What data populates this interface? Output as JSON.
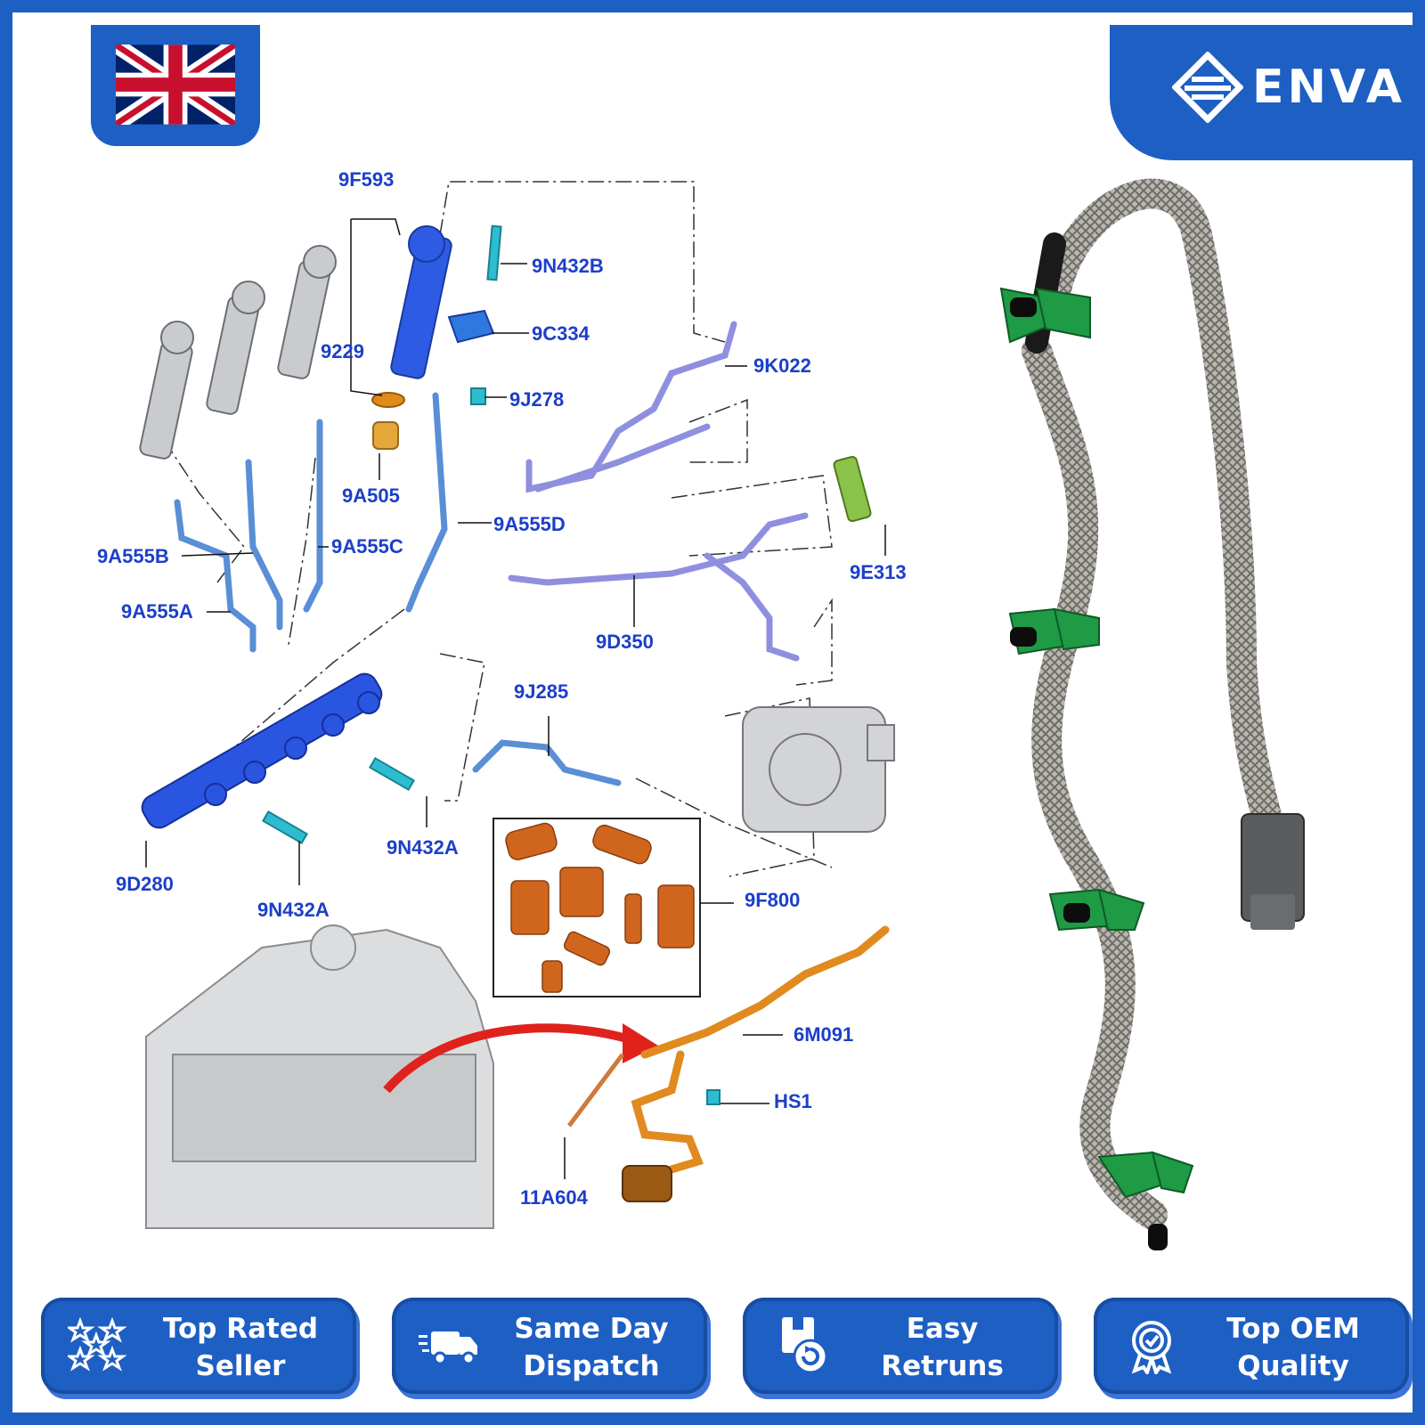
{
  "brand": {
    "name": "ENVA",
    "accent_color": "#1e5fc4"
  },
  "flag": {
    "icon": "uk-flag-icon"
  },
  "diagram": {
    "labels": {
      "l1": "9F593",
      "l2": "9N432B",
      "l3": "9C334",
      "l4": "9229",
      "l5": "9K022",
      "l6": "9J278",
      "l7": "9A505",
      "l8": "9A555D",
      "l9": "9A555B",
      "l10": "9A555C",
      "l11": "9E313",
      "l12": "9A555A",
      "l13": "9D350",
      "l14": "9J285",
      "l15": "9N432A",
      "l16": "9D280",
      "l17": "9N432A",
      "l18": "9F800",
      "l19": "6M091",
      "l20": "HS1",
      "l21": "11A604"
    }
  },
  "badges": [
    {
      "icon": "stars-icon",
      "line1": "Top Rated",
      "line2": "Seller"
    },
    {
      "icon": "delivery-truck-icon",
      "line1": "Same Day",
      "line2": "Dispatch"
    },
    {
      "icon": "return-box-icon",
      "line1": "Easy",
      "line2": "Retruns"
    },
    {
      "icon": "quality-seal-icon",
      "line1": "Top OEM",
      "line2": "Quality"
    }
  ]
}
